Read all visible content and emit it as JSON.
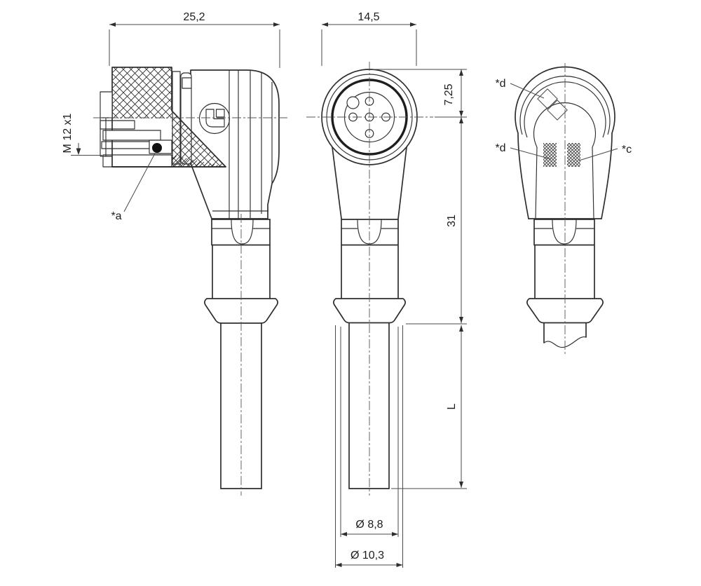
{
  "dims": {
    "side_overall": "25,2",
    "front_overall": "14,5",
    "head_center": "7,25",
    "head_to_cable": "31",
    "cable_length": "L",
    "dia_inner": "Ø 8,8",
    "dia_outer": "Ø 10,3",
    "thread": "M 12 x1"
  },
  "callouts": {
    "a": "*a",
    "d_top": "*d",
    "d_side": "*d",
    "c": "*c"
  },
  "colors": {
    "line": "#2e2e2e",
    "thin": "#4a4a4a",
    "background": "#ffffff"
  }
}
